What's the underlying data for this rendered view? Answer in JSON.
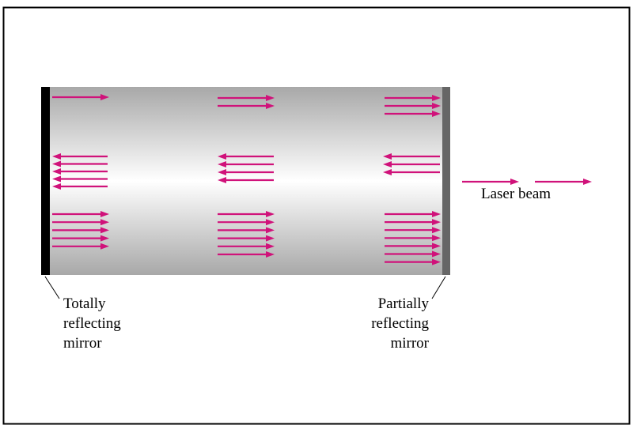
{
  "labels": {
    "left_mirror": [
      "Totally",
      "reflecting",
      "mirror"
    ],
    "right_mirror": [
      "Partially",
      "reflecting",
      "mirror"
    ],
    "beam": "Laser beam"
  },
  "colors": {
    "arrow": "#d0127a",
    "frame": "#000000",
    "tube_edge": "#a8a8a8",
    "tube_center": "#ffffff",
    "left_mirror": "#000000",
    "right_mirror": "#666666"
  },
  "arrow_groups": [
    {
      "name": "left-top",
      "direction": "right",
      "count": 1
    },
    {
      "name": "center-top",
      "direction": "right",
      "count": 2
    },
    {
      "name": "right-top",
      "direction": "right",
      "count": 3
    },
    {
      "name": "left-middle",
      "direction": "left",
      "count": 5
    },
    {
      "name": "center-middle",
      "direction": "left",
      "count": 4
    },
    {
      "name": "right-middle",
      "direction": "left",
      "count": 3
    },
    {
      "name": "left-bottom",
      "direction": "right",
      "count": 5
    },
    {
      "name": "center-bottom",
      "direction": "right",
      "count": 6
    },
    {
      "name": "right-bottom",
      "direction": "right",
      "count": 7
    },
    {
      "name": "output-beam",
      "direction": "right",
      "count": 2
    }
  ]
}
